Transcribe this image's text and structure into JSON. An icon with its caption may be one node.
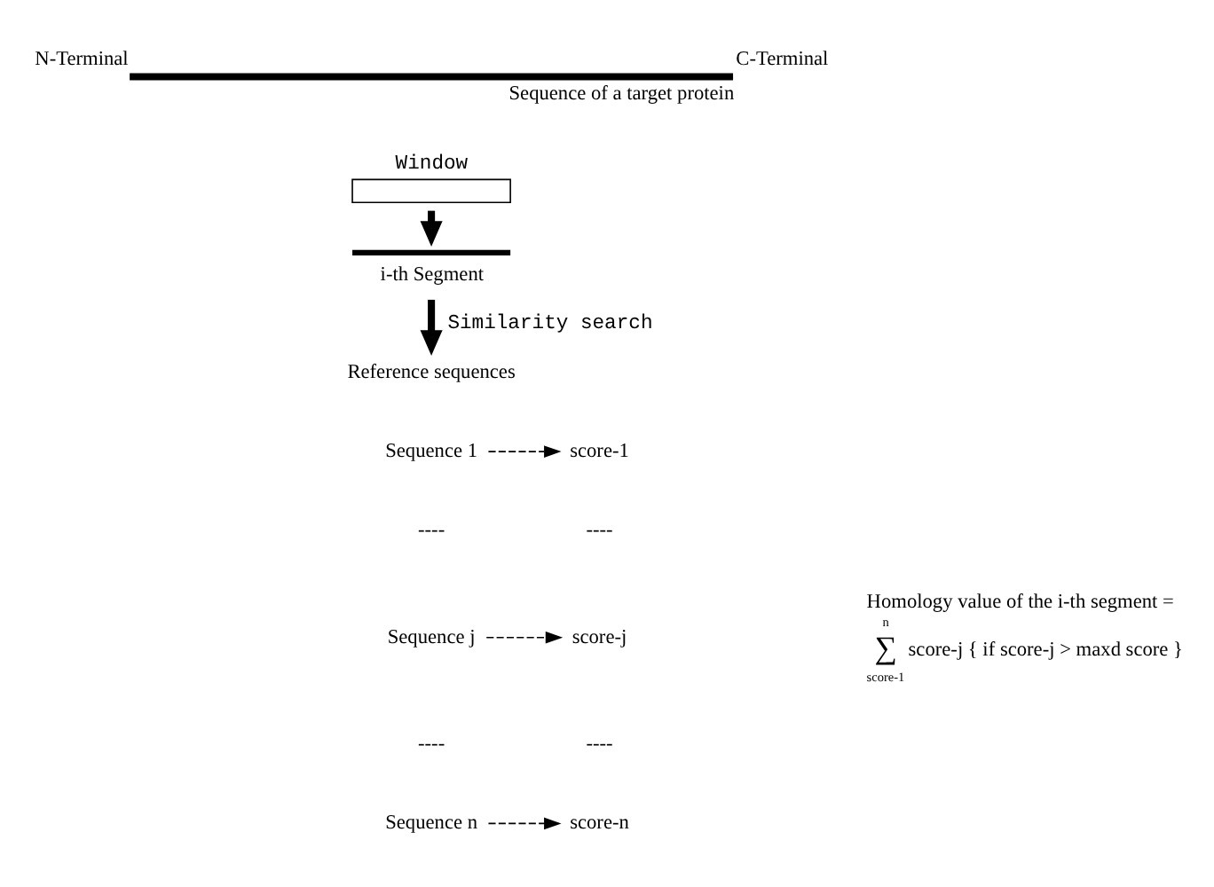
{
  "diagram": {
    "nodes": [
      {
        "text": [],
        "shape": "bar",
        "beside": [
          "N-Terminal",
          "C-Terminal",
          "Sequence of a target protein"
        ]
      },
      {
        "text": [
          "Window"
        ]
      },
      {
        "text": [
          "i-th Segment"
        ]
      },
      {
        "text": [
          "Reference sequences"
        ]
      },
      {
        "text": [
          "Sequence 1"
        ]
      },
      {
        "text": [
          "score-1"
        ]
      },
      {
        "text": [
          "Sequence j"
        ]
      },
      {
        "text": [
          "score-j"
        ]
      },
      {
        "text": [
          "Sequence n"
        ]
      },
      {
        "text": [
          "score-n"
        ]
      },
      {
        "text": [
          "Homology value of the i-th segment =",
          "n",
          "∑",
          "score-1",
          "score-j { if score-j > maxd score }"
        ]
      }
    ],
    "edges": [
      {
        "from": 1,
        "to": 2,
        "arrow": "to",
        "style": "thick"
      },
      {
        "from": 2,
        "to": 3,
        "arrow": "to",
        "style": "thick",
        "label": "Similarity search"
      },
      {
        "from": 4,
        "to": 5,
        "arrow": "to",
        "style": "dashed"
      },
      {
        "from": 6,
        "to": 7,
        "arrow": "to",
        "style": "dashed"
      },
      {
        "from": 8,
        "to": 9,
        "arrow": "to",
        "style": "dashed"
      }
    ],
    "labels": [
      "----",
      "----",
      "----",
      "----"
    ]
  }
}
